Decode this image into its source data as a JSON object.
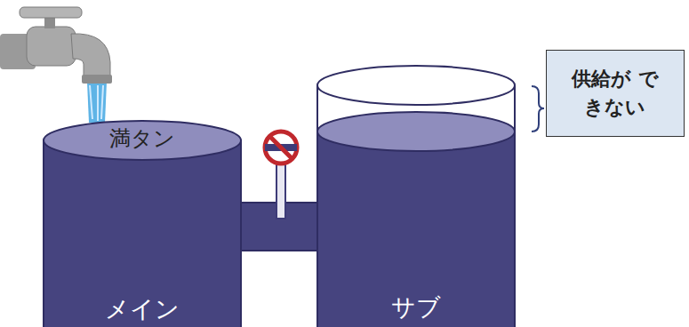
{
  "diagram": {
    "nodes": [
      {
        "text": [
          "満タン",
          "メイン"
        ]
      },
      {
        "text": [
          "サブ"
        ]
      },
      {
        "text": [
          "供給が できない"
        ]
      }
    ],
    "edges": [
      {
        "from": 0,
        "to": 1,
        "arrow": "none"
      }
    ]
  }
}
